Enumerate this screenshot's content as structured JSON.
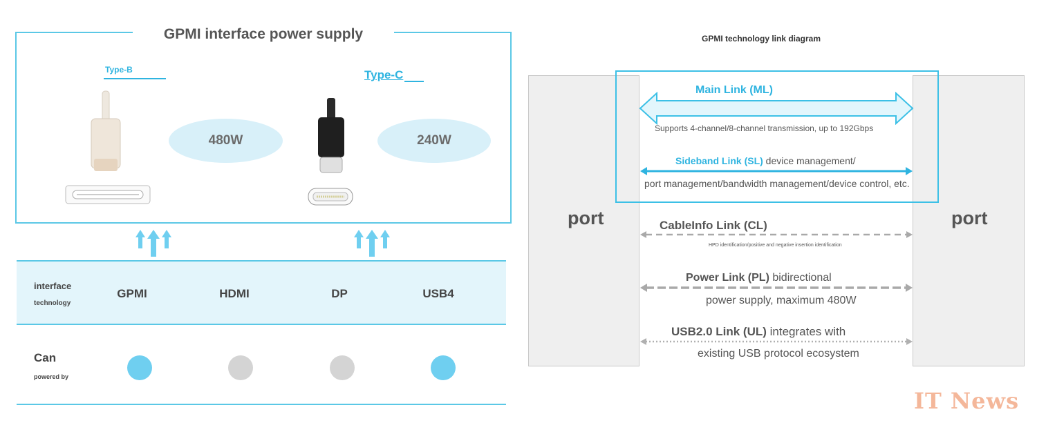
{
  "left_panel": {
    "title": "GPMI interface power supply",
    "type_b": {
      "label": "Type-B",
      "power": "480W"
    },
    "type_c": {
      "label": "Type-C",
      "power": "240W"
    },
    "table": {
      "header_label_1": "interface",
      "header_label_2": "technology",
      "columns": [
        "GPMI",
        "HDMI",
        "DP",
        "USB4"
      ],
      "row_label_1": "Can",
      "row_label_2": "powered by",
      "powered": [
        true,
        false,
        false,
        true
      ]
    },
    "colors": {
      "accent": "#5bc8e6",
      "band": "#e3f5fb",
      "dot_on": "#6fcff0",
      "dot_off": "#d4d4d4"
    }
  },
  "right_panel": {
    "title": "GPMI technology link diagram",
    "port_left": "port",
    "port_right": "port",
    "main_link": {
      "title": "Main Link (ML)",
      "desc": "Supports 4-channel/8-channel transmission, up to 192Gbps"
    },
    "sideband_link": {
      "title": "Sideband Link (SL)",
      "desc1": " device management/",
      "desc2": "port management/bandwidth management/device control, etc."
    },
    "cableinfo_link": {
      "title": "CableInfo Link (CL)",
      "desc": "HPD identification/positive and negative insertion identification"
    },
    "power_link": {
      "title": "Power Link (PL)",
      "desc1": " bidirectional",
      "desc2": "power supply, maximum 480W"
    },
    "usb_link": {
      "title": "USB2.0 Link (UL)",
      "desc1": " integrates with",
      "desc2": "existing USB protocol ecosystem"
    }
  },
  "watermark": "IT News"
}
